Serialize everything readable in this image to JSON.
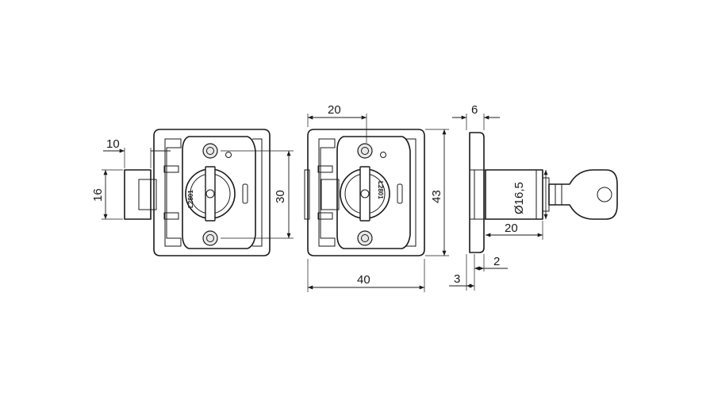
{
  "dimensions": {
    "front_left": {
      "width_10": "10",
      "height_16": "16",
      "height_30": "30"
    },
    "front_right": {
      "width_20": "20",
      "width_40": "40",
      "height_43": "43"
    },
    "side": {
      "thickness_6": "6",
      "diameter": "Ø16,5",
      "length_20": "20",
      "offset_2": "2",
      "offset_3": "3"
    }
  },
  "stamp": {
    "code": "L2801"
  }
}
